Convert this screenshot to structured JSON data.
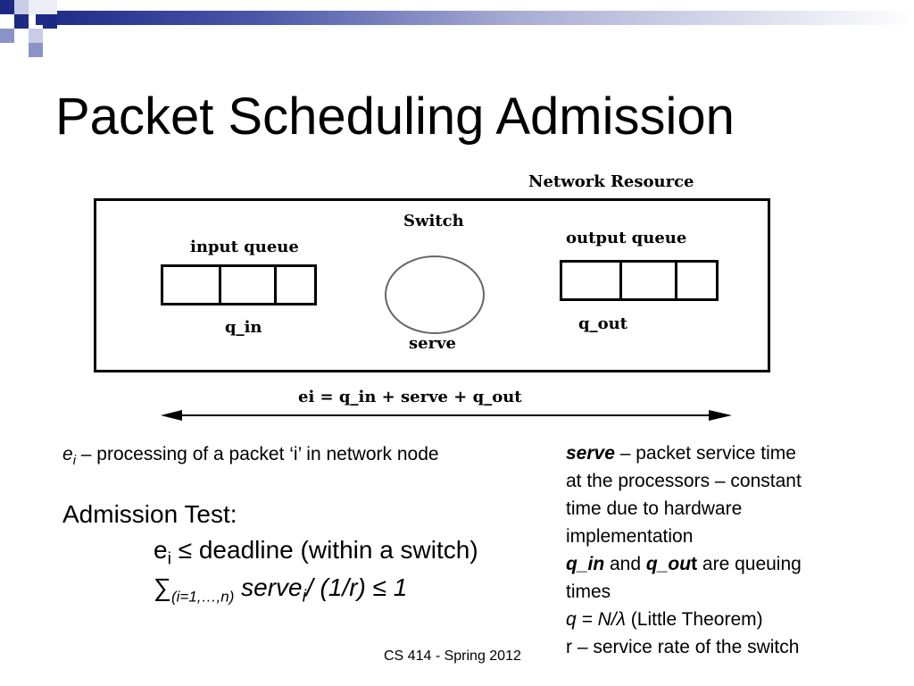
{
  "slide": {
    "title": "Packet Scheduling Admission",
    "footer": "CS 414 - Spring 2012"
  },
  "diagram": {
    "network_label": "Network Resource",
    "switch_label": "Switch",
    "input_queue_label": "input queue",
    "output_queue_label": "output queue",
    "q_in_label": "q_in",
    "q_out_label": "q_out",
    "serve_label": "serve",
    "equation_label": "ei = q_in + serve + q_out"
  },
  "left": {
    "ei_symbol": "e",
    "ei_sub": "i",
    "ei_desc": " – processing  of a packet ‘i’ in network node",
    "admission_title": "Admission Test:",
    "test1_e": "e",
    "test1_sub": "i",
    "test1_rest": " ≤ deadline (within a switch)",
    "test2_sum": "∑",
    "test2_sub": "(i=1,…,n)",
    "test2_serve": " serve",
    "test2_serve_sub": "i",
    "test2_rest": "/ (1/r) ≤ 1"
  },
  "right": {
    "serve_term": "serve",
    "serve_desc_1": " – packet service time",
    "serve_desc_2": "at the processors – constant",
    "serve_desc_3": "time due to hardware",
    "serve_desc_4": "implementation",
    "q_in_term": "q_in",
    "and_word": " and ",
    "q_out_term_a": "q_ou",
    "q_out_term_b": "t",
    "queuing_desc": " are queuing",
    "times_word": "times",
    "little_formula": "q = N/λ",
    "little_desc": "  (Little Theorem)",
    "r_desc": "r – service rate of the switch"
  }
}
